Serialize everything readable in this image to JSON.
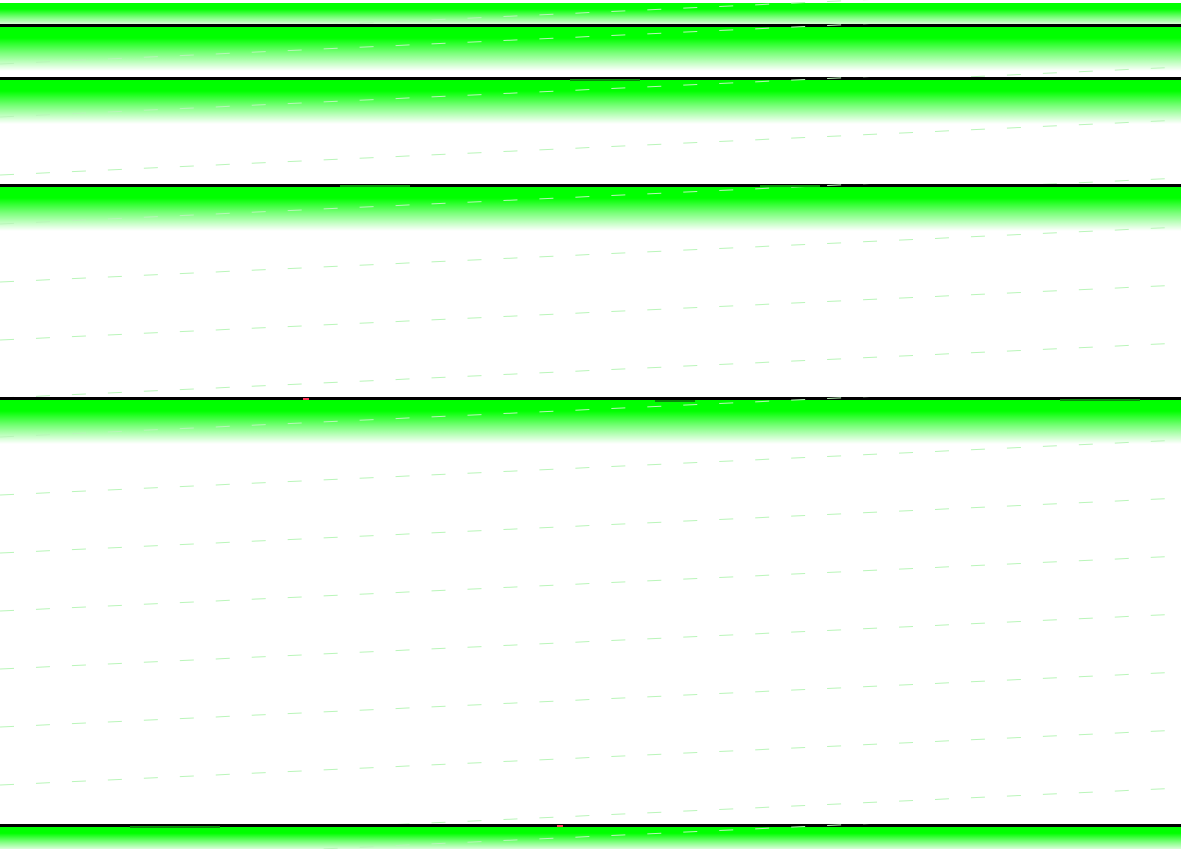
{
  "colors": {
    "accent_green": "#00ff00",
    "rule_black": "#000000",
    "background": "#ffffff",
    "artifact_dark_green": "#0a8a0a",
    "artifact_red": "#ff3355",
    "dash_green": "#b9f5b9"
  },
  "bands": [
    {
      "name": "band-strip-top"
    },
    {
      "name": "band-strip-2"
    },
    {
      "name": "band-strip-3"
    },
    {
      "name": "band-strip-4"
    },
    {
      "name": "band-strip-5"
    },
    {
      "name": "band-strip-bottom"
    }
  ]
}
